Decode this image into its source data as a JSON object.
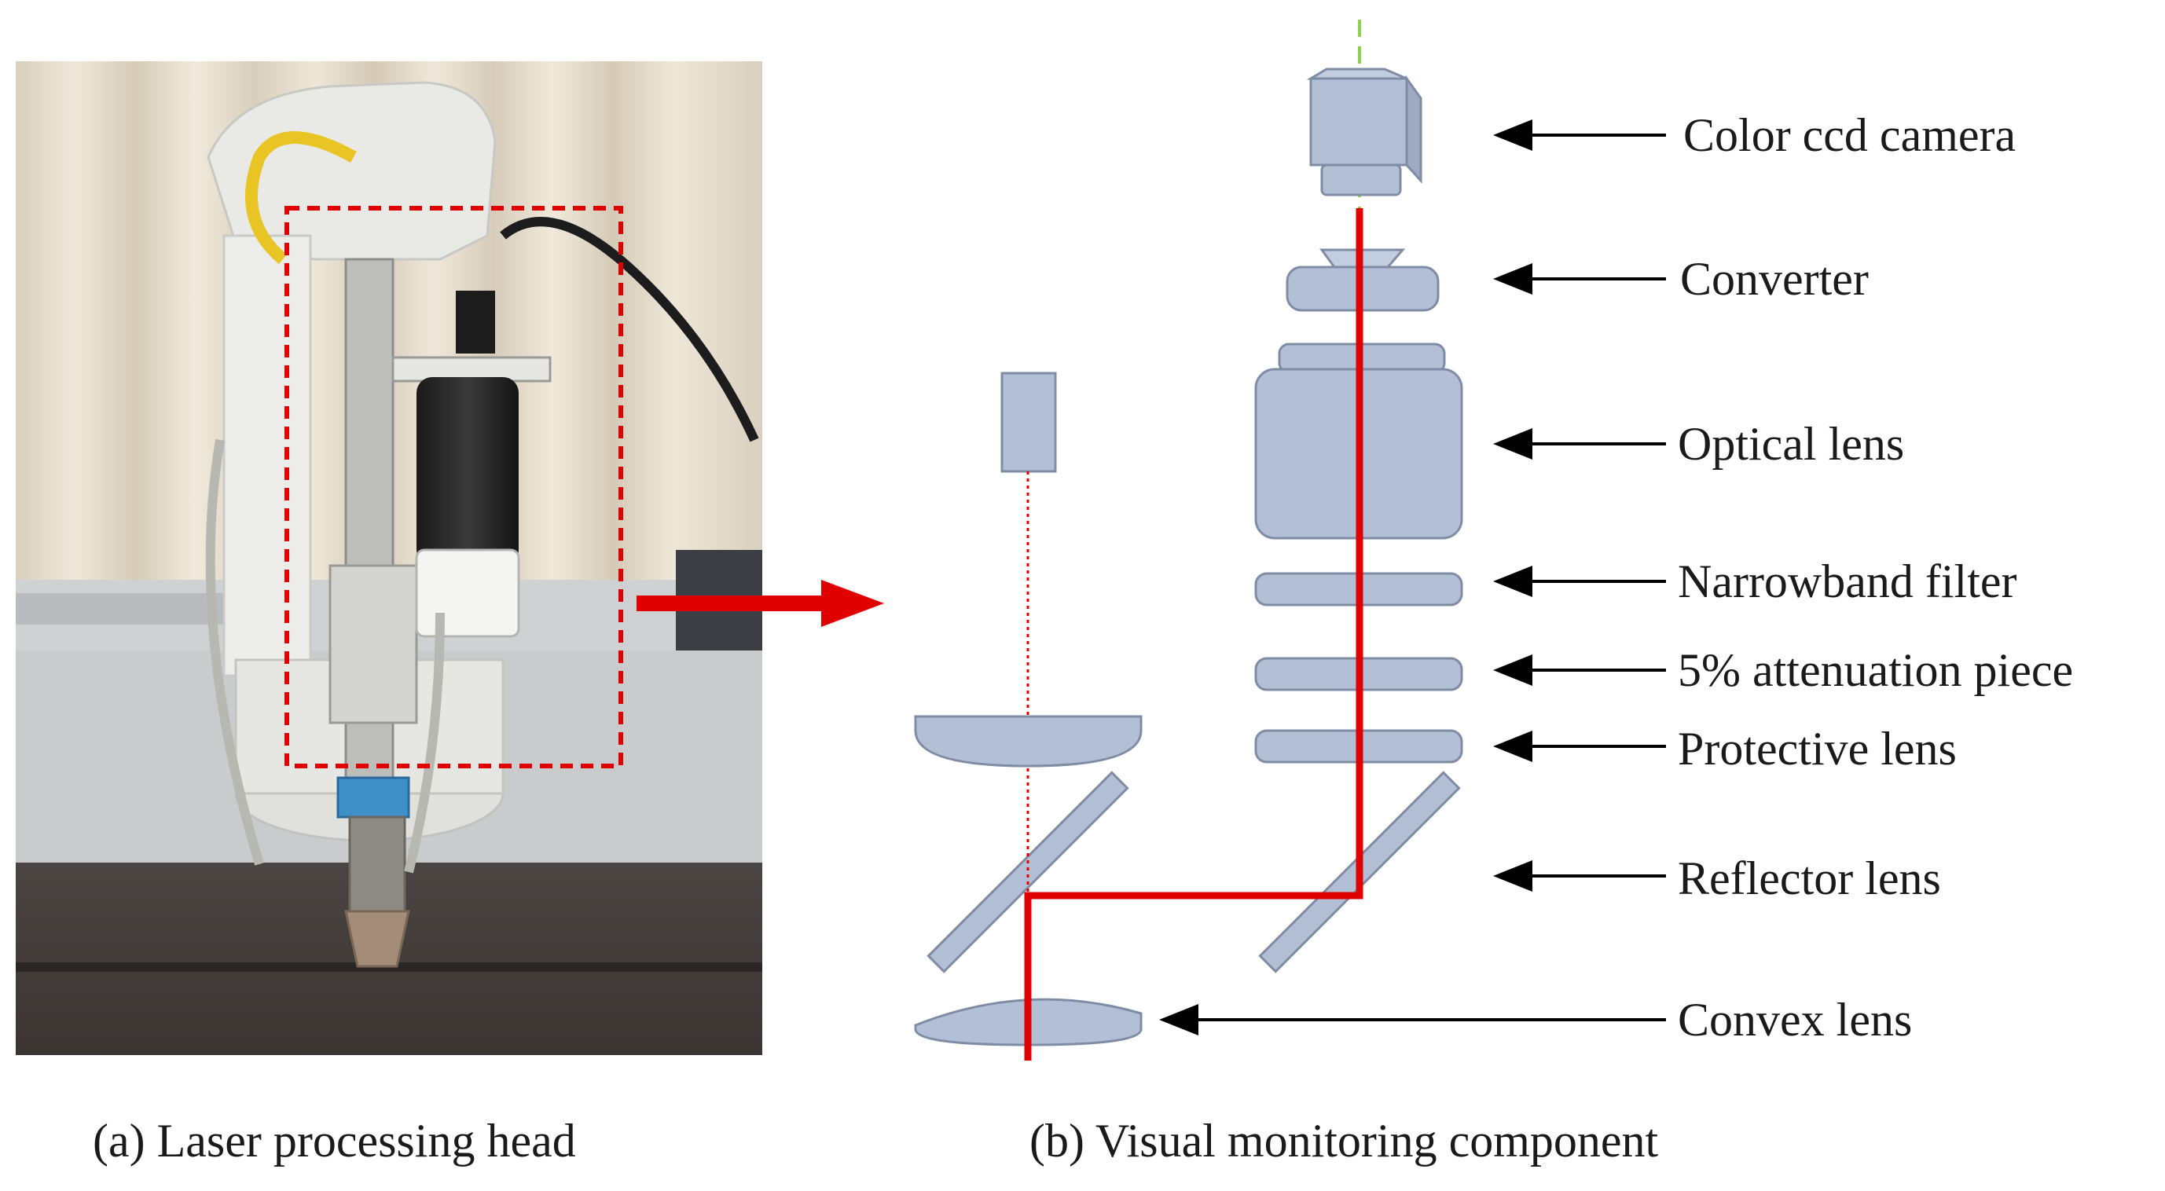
{
  "panel_a": {
    "caption": "(a) Laser processing head"
  },
  "panel_b": {
    "caption": "(b) Visual monitoring component",
    "labels": {
      "camera": "Color ccd camera",
      "converter": "Converter",
      "optical_lens": "Optical lens",
      "narrowband_filter": "Narrowband filter",
      "attenuation_piece": "5% attenuation piece",
      "protective_lens": "Protective lens",
      "reflector_lens": "Reflector lens",
      "convex_lens": "Convex lens"
    }
  },
  "colors": {
    "component_fill": "#b3bfd4",
    "component_stroke": "#7f8ca6",
    "beam": "#e00000",
    "axis_dash": "#8fd14f",
    "highlight_box": "#e00000"
  }
}
